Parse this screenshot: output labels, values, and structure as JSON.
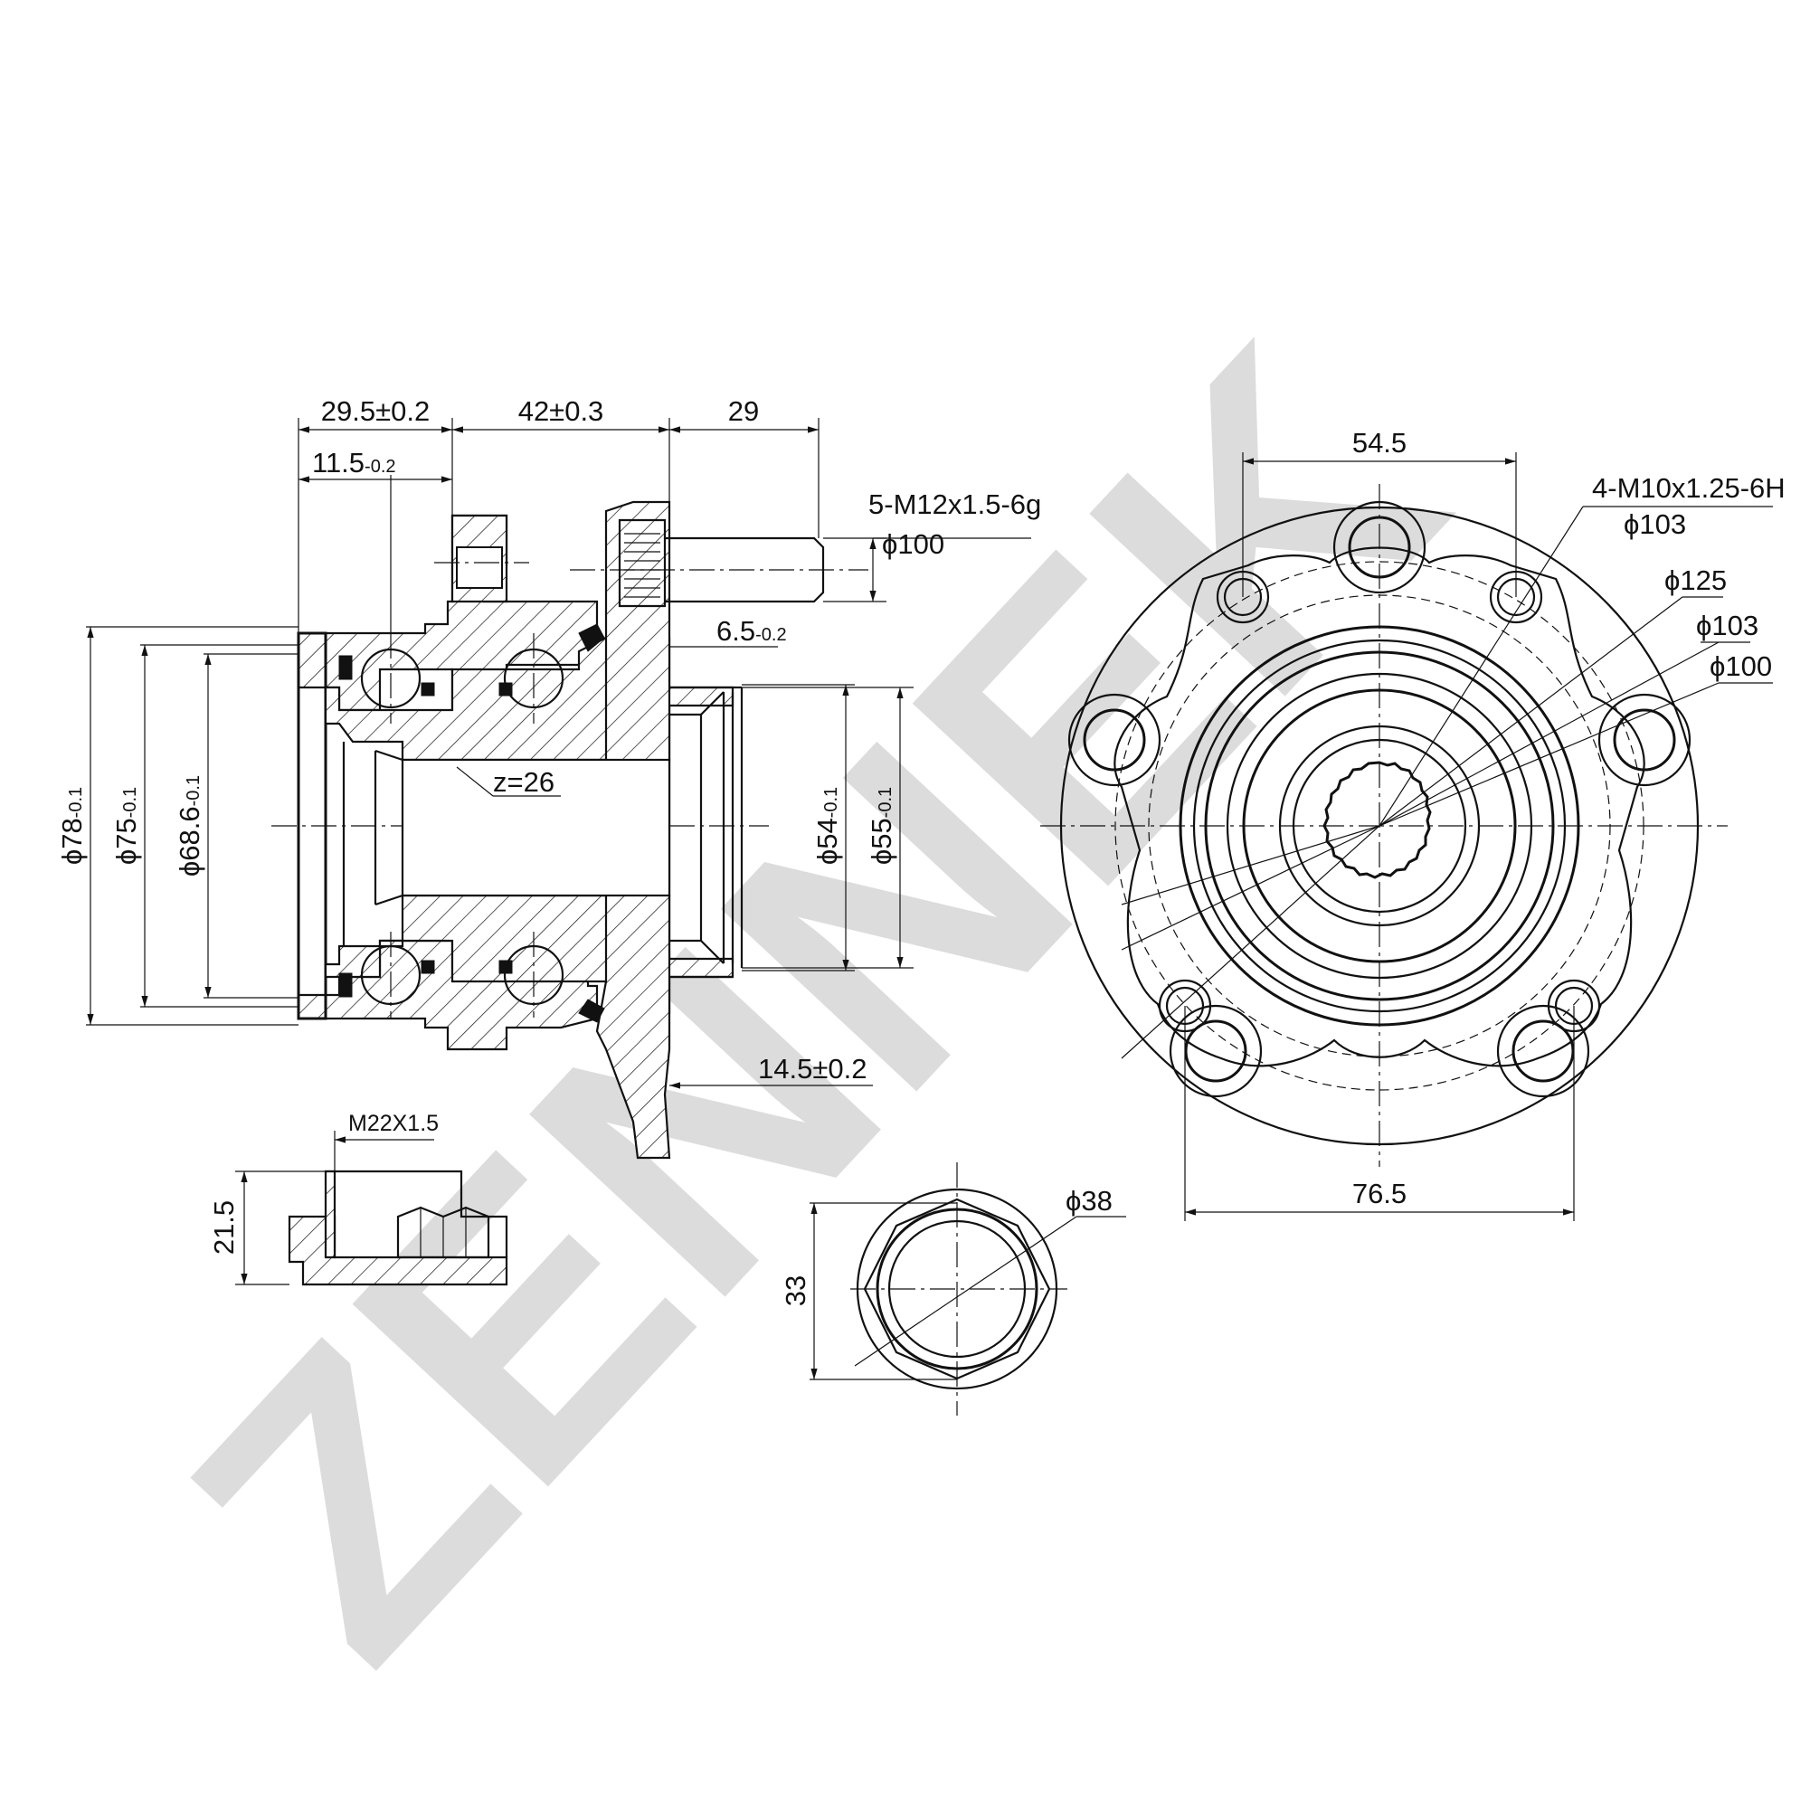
{
  "watermark": {
    "text": "ZENNEK",
    "color": "#dcdcdc"
  },
  "colors": {
    "line": "#111111",
    "background": "#ffffff"
  },
  "section_view": {
    "top_dims": [
      {
        "id": "d1",
        "text": "29.5±0.2"
      },
      {
        "id": "d2",
        "text": "42±0.3"
      },
      {
        "id": "d3",
        "text": "29"
      },
      {
        "id": "d4",
        "base": "11.5",
        "sub": "-0.2"
      }
    ],
    "stud": {
      "thread": "5-M12x1.5-6g",
      "pcd": "ϕ100"
    },
    "flange_offset": {
      "base": "6.5",
      "sub": "-0.2"
    },
    "spline": {
      "text": "z=26"
    },
    "left_diameters": [
      {
        "id": "d78",
        "base": "ϕ78",
        "sub": "-0.1"
      },
      {
        "id": "d75",
        "base": "ϕ75",
        "sub": "-0.1"
      },
      {
        "id": "d686",
        "base": "ϕ68.6",
        "sub": "-0.1"
      }
    ],
    "right_diameters": [
      {
        "id": "d54",
        "base": "ϕ54",
        "sub": "-0.1"
      },
      {
        "id": "d55",
        "base": "ϕ55",
        "sub": "-0.1"
      }
    ],
    "flange_thickness": {
      "text": "14.5±0.2"
    }
  },
  "front_view": {
    "width_top": "54.5",
    "width_bottom": "76.5",
    "tapped_holes": {
      "thread": "4-M10x1.25-6H",
      "pcd": "ϕ103"
    },
    "diameters": [
      "ϕ125",
      "ϕ103",
      "ϕ100"
    ]
  },
  "nut_side": {
    "thread": "M22X1.5",
    "height": "21.5"
  },
  "nut_front": {
    "diameter": "ϕ38",
    "across_flats": "33"
  }
}
